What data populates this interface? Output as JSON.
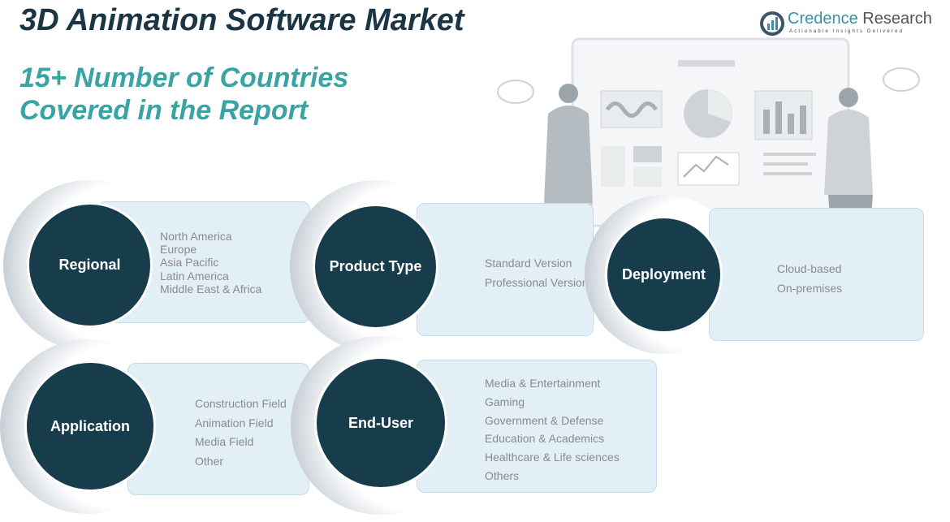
{
  "title": "3D Animation Software Market",
  "subtitle_line1": "15+ Number of Countries",
  "subtitle_line2": "Covered in the Report",
  "logo": {
    "name_part1": "Credence",
    "name_part2": "Research",
    "tagline": "Actionable Insights Delivered"
  },
  "segments": [
    {
      "label": "Regional",
      "items": [
        "North America",
        "Europe",
        "Asia Pacific",
        "Latin America",
        "Middle East & Africa"
      ]
    },
    {
      "label": "Product Type",
      "items": [
        "Standard Version",
        "Professional Version"
      ]
    },
    {
      "label": "Deployment",
      "items": [
        "Cloud-based",
        "On-premises"
      ]
    },
    {
      "label": "Application",
      "items": [
        "Construction Field",
        "Animation Field",
        "Media Field",
        "Other"
      ]
    },
    {
      "label": "End-User",
      "items": [
        "Media & Entertainment",
        "Gaming",
        "Government & Defense",
        "Education & Academics",
        "Healthcare & Life sciences",
        "Others"
      ]
    }
  ],
  "colors": {
    "circle": "#173d4d",
    "title": "#1a3644",
    "subtitle": "#3aa3a3",
    "box": "#e3eff6"
  }
}
